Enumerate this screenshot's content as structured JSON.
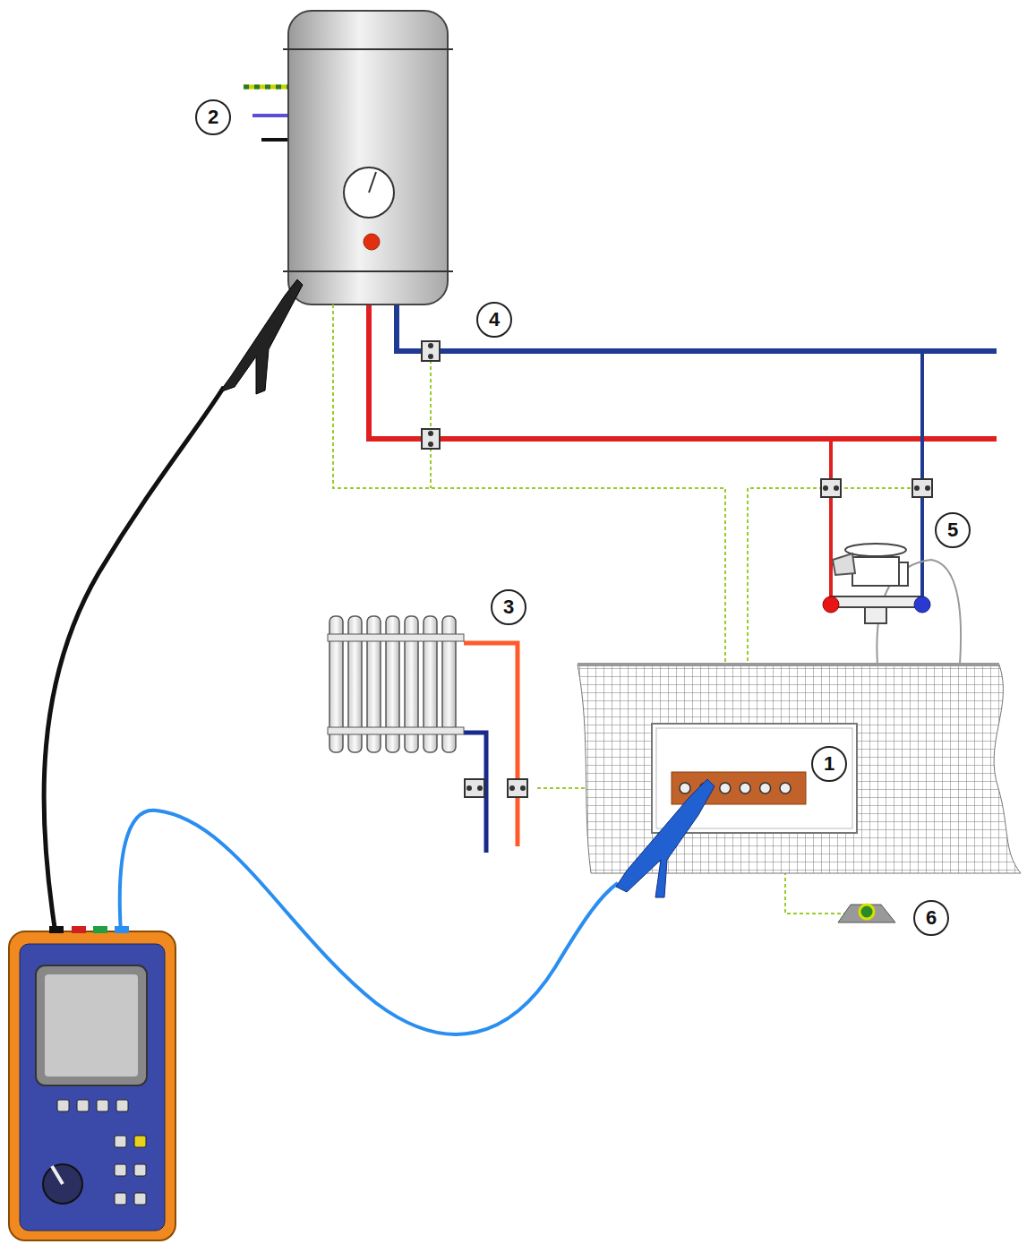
{
  "diagram": {
    "labels": [
      "2",
      "4",
      "5",
      "3",
      "1",
      "6"
    ]
  }
}
